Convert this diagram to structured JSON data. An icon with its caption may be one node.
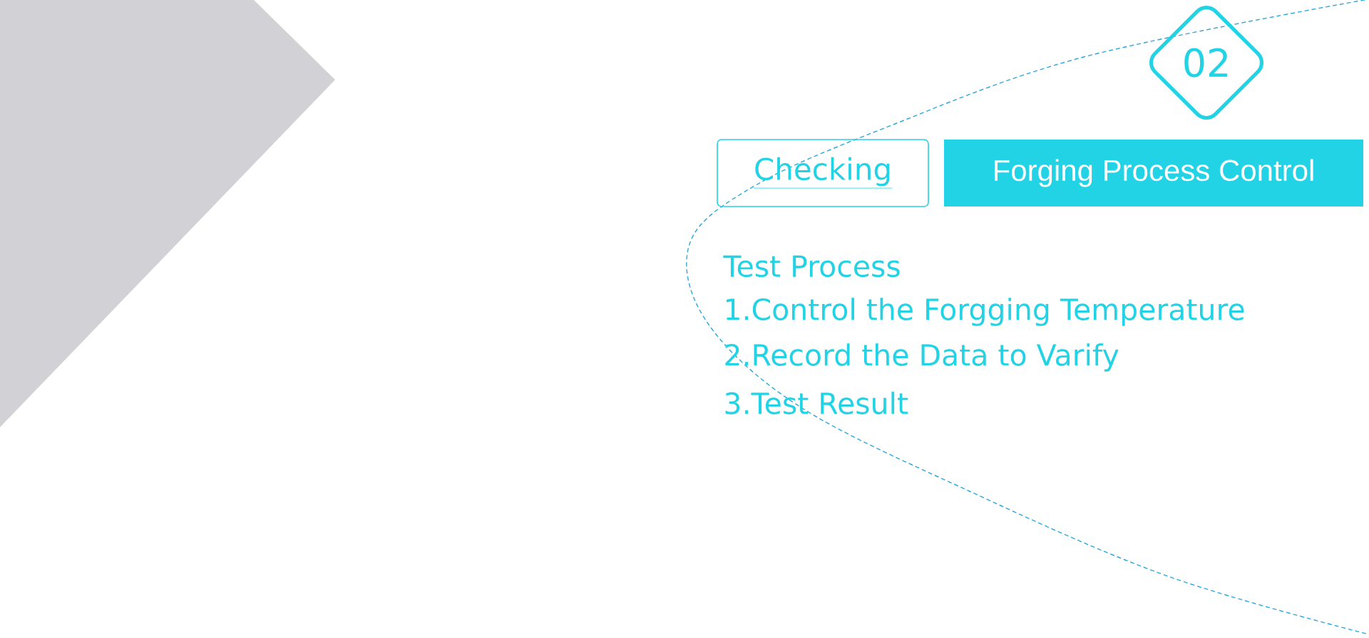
{
  "diagram": {
    "nodes": [
      {
        "text": [
          "02"
        ]
      },
      {
        "text": [
          "Checking"
        ]
      },
      {
        "text": [
          "Forging Process Control"
        ]
      }
    ],
    "labels": [
      "Test Process",
      "1.Control the Forgging Temperature",
      "2.Record the Data to Varify",
      "3.Test Result"
    ]
  }
}
